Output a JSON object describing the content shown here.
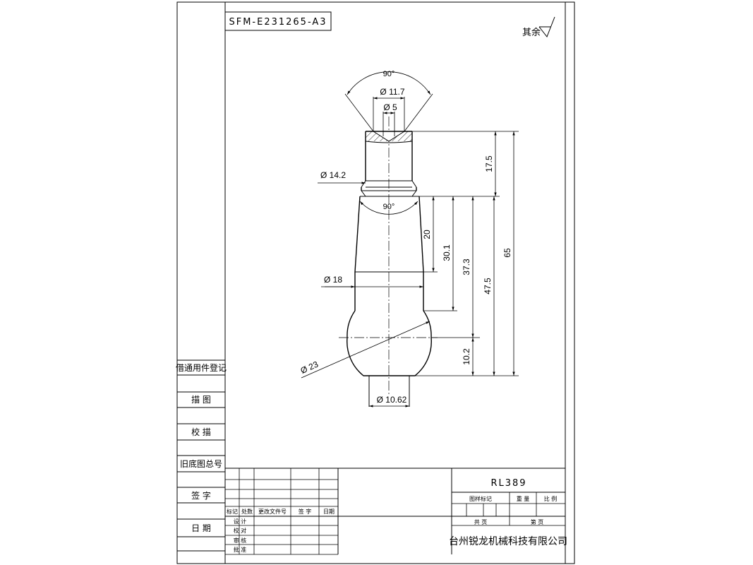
{
  "drawing_number": "SFM-E231265-A3",
  "surface_finish_note": "其余",
  "part_number": "RL389",
  "company": "台州锐龙机械科技有限公司",
  "side_panel": {
    "general_register": "借通用件登记",
    "draw": "描  图",
    "check_trace": "校  描",
    "old_base_no": "旧底图总号",
    "signature": "签  字",
    "date": "日  期"
  },
  "title_block": {
    "headers": {
      "mark": "标记",
      "count": "处数",
      "change_doc": "更改文件号",
      "sign": "签  字",
      "date": "日期"
    },
    "roles": [
      "设 计",
      "校 对",
      "审 核",
      "批 准"
    ],
    "doc_mark": "图样标记",
    "weight": "重    量",
    "scale": "比  例",
    "total_sheets": "共     页",
    "sheet_no": "第     页"
  },
  "dimensions": {
    "angle_top": "90°",
    "dia_top_cone": "Ø 11.7",
    "dia_hole": "Ø 5",
    "dia_neck": "Ø 14.2",
    "angle_mid": "90°",
    "dia_taper": "Ø 18",
    "dia_ball": "Ø 23",
    "dia_base": "Ø 10.62",
    "len_17_5": "17.5",
    "len_20": "20",
    "len_30_1": "30.1",
    "len_37_3": "37.3",
    "len_47_5": "47.5",
    "len_65": "65",
    "len_10_2": "10.2"
  }
}
